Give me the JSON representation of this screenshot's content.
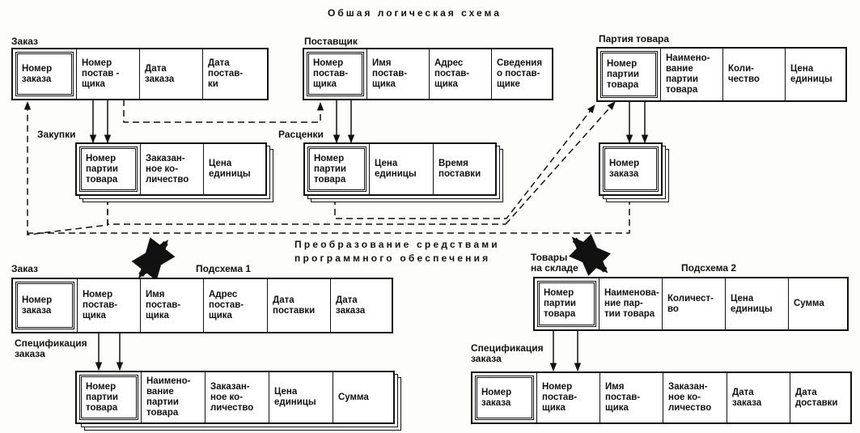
{
  "diagram": {
    "title": "Обшая логическая схема",
    "transformation_caption": [
      "Преобразование средствами",
      "программного обеспечения"
    ],
    "subschema1_label": "Подсхема 1",
    "subschema2_label": "Подсхема 2"
  },
  "records": {
    "zakaz": {
      "name": "Заказ",
      "fields": [
        {
          "text": "Номер\nзаказа",
          "key": true
        },
        {
          "text": "Номер\nпостав -\nщика",
          "key": false
        },
        {
          "text": "Дата\nзаказа",
          "key": false
        },
        {
          "text": "Дата\nпостав-\nки",
          "key": false
        }
      ]
    },
    "postavshchik": {
      "name": "Поставщик",
      "fields": [
        {
          "text": "Номер\nпостав-\nщика",
          "key": true
        },
        {
          "text": "Имя\nпостав-\nщика",
          "key": false
        },
        {
          "text": "Адрес\nпостав-\nщика",
          "key": false
        },
        {
          "text": "Сведения\nо постав-\nщике",
          "key": false
        }
      ]
    },
    "partiya": {
      "name": "Партия товара",
      "fields": [
        {
          "text": "Номер\nпартии\nтовара",
          "key": true
        },
        {
          "text": "Наимено-\nвание\nпартии\nтовара",
          "key": false
        },
        {
          "text": "Коли-\nчество",
          "key": false
        },
        {
          "text": "Цена\nединицы",
          "key": false
        }
      ]
    },
    "zakupki": {
      "name": "Закупки",
      "fields": [
        {
          "text": "Номер\nпартии\nтовара",
          "key": true
        },
        {
          "text": "Заказан-\nное ко-\nличество",
          "key": false
        },
        {
          "text": "Цена\nединицы",
          "key": false
        }
      ]
    },
    "rascenki": {
      "name": "Расценки",
      "fields": [
        {
          "text": "Номер\nпартии\nтовара",
          "key": true
        },
        {
          "text": "Цена\nединицы",
          "key": false
        },
        {
          "text": "Время\nпоставки",
          "key": false
        }
      ]
    },
    "partiya_zakazy": {
      "fields": [
        {
          "text": "Номер\nзаказа",
          "key": true
        }
      ]
    },
    "sub1_zakaz": {
      "name": "Заказ",
      "fields": [
        {
          "text": "Номер\nзаказа",
          "key": true
        },
        {
          "text": "Номер\nпостав-\nщика",
          "key": false
        },
        {
          "text": "Имя\nпостав-\nщика",
          "key": false
        },
        {
          "text": "Адрес\nпостав-\nщика",
          "key": false
        },
        {
          "text": "Дата\nпоставки",
          "key": false
        },
        {
          "text": "Дата\nзаказа",
          "key": false
        }
      ]
    },
    "sub1_spec": {
      "name": "Спецификация\nзаказа",
      "fields": [
        {
          "text": "Номер\nпартии\nтовара",
          "key": true
        },
        {
          "text": "Наимено-\nвание\nпартии\nтовара",
          "key": false
        },
        {
          "text": "Заказан-\nное ко-\nличество",
          "key": false
        },
        {
          "text": "Цена\nединицы",
          "key": false
        },
        {
          "text": "Сумма",
          "key": false
        }
      ]
    },
    "sub2_tovary": {
      "name": "Товары\nна складе",
      "fields": [
        {
          "text": "Номер\nпартии\nтовара",
          "key": true
        },
        {
          "text": "Наименова-\nние пар-\nтии товара",
          "key": false
        },
        {
          "text": "Количест-\nво",
          "key": false
        },
        {
          "text": "Цена\nединицы",
          "key": false
        },
        {
          "text": "Сумма",
          "key": false
        }
      ]
    },
    "sub2_spec": {
      "name": "Спецификация\nзаказа",
      "fields": [
        {
          "text": "Номер\nзаказа",
          "key": true
        },
        {
          "text": "Номер\nпостав-\nщика",
          "key": false
        },
        {
          "text": "Имя\nпостав-\nщика",
          "key": false
        },
        {
          "text": "Заказан-\nное ко-\nличество",
          "key": false
        },
        {
          "text": "Дата\nзаказа",
          "key": false
        },
        {
          "text": "Дата\nдоставки",
          "key": false
        }
      ]
    }
  }
}
